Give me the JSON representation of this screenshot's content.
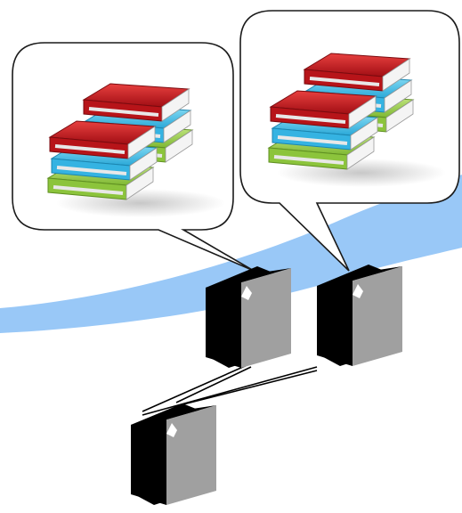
{
  "diagram": {
    "nodes": [
      {
        "id": "server-left-top",
        "icon": "server-icon"
      },
      {
        "id": "server-right-top",
        "icon": "server-icon"
      },
      {
        "id": "server-bottom",
        "icon": "server-icon"
      }
    ],
    "callouts": [
      {
        "id": "callout-left",
        "attached_to": "server-left-top",
        "content_icon": "book-stack-icon"
      },
      {
        "id": "callout-right",
        "attached_to": "server-right-top",
        "content_icon": "book-stack-icon"
      }
    ],
    "connections": [
      {
        "from": "server-bottom",
        "to": "server-left-top"
      },
      {
        "from": "server-bottom",
        "to": "server-right-top"
      }
    ],
    "colors": {
      "swoosh": "#99c8f7",
      "server_front": "#000000",
      "server_side": "#a0a0a0",
      "callout_border": "#1a1a1a",
      "book_red": "#c8151b",
      "book_blue": "#4cc6ea",
      "book_green": "#9fcf48",
      "book_pages": "#fafafa"
    }
  }
}
